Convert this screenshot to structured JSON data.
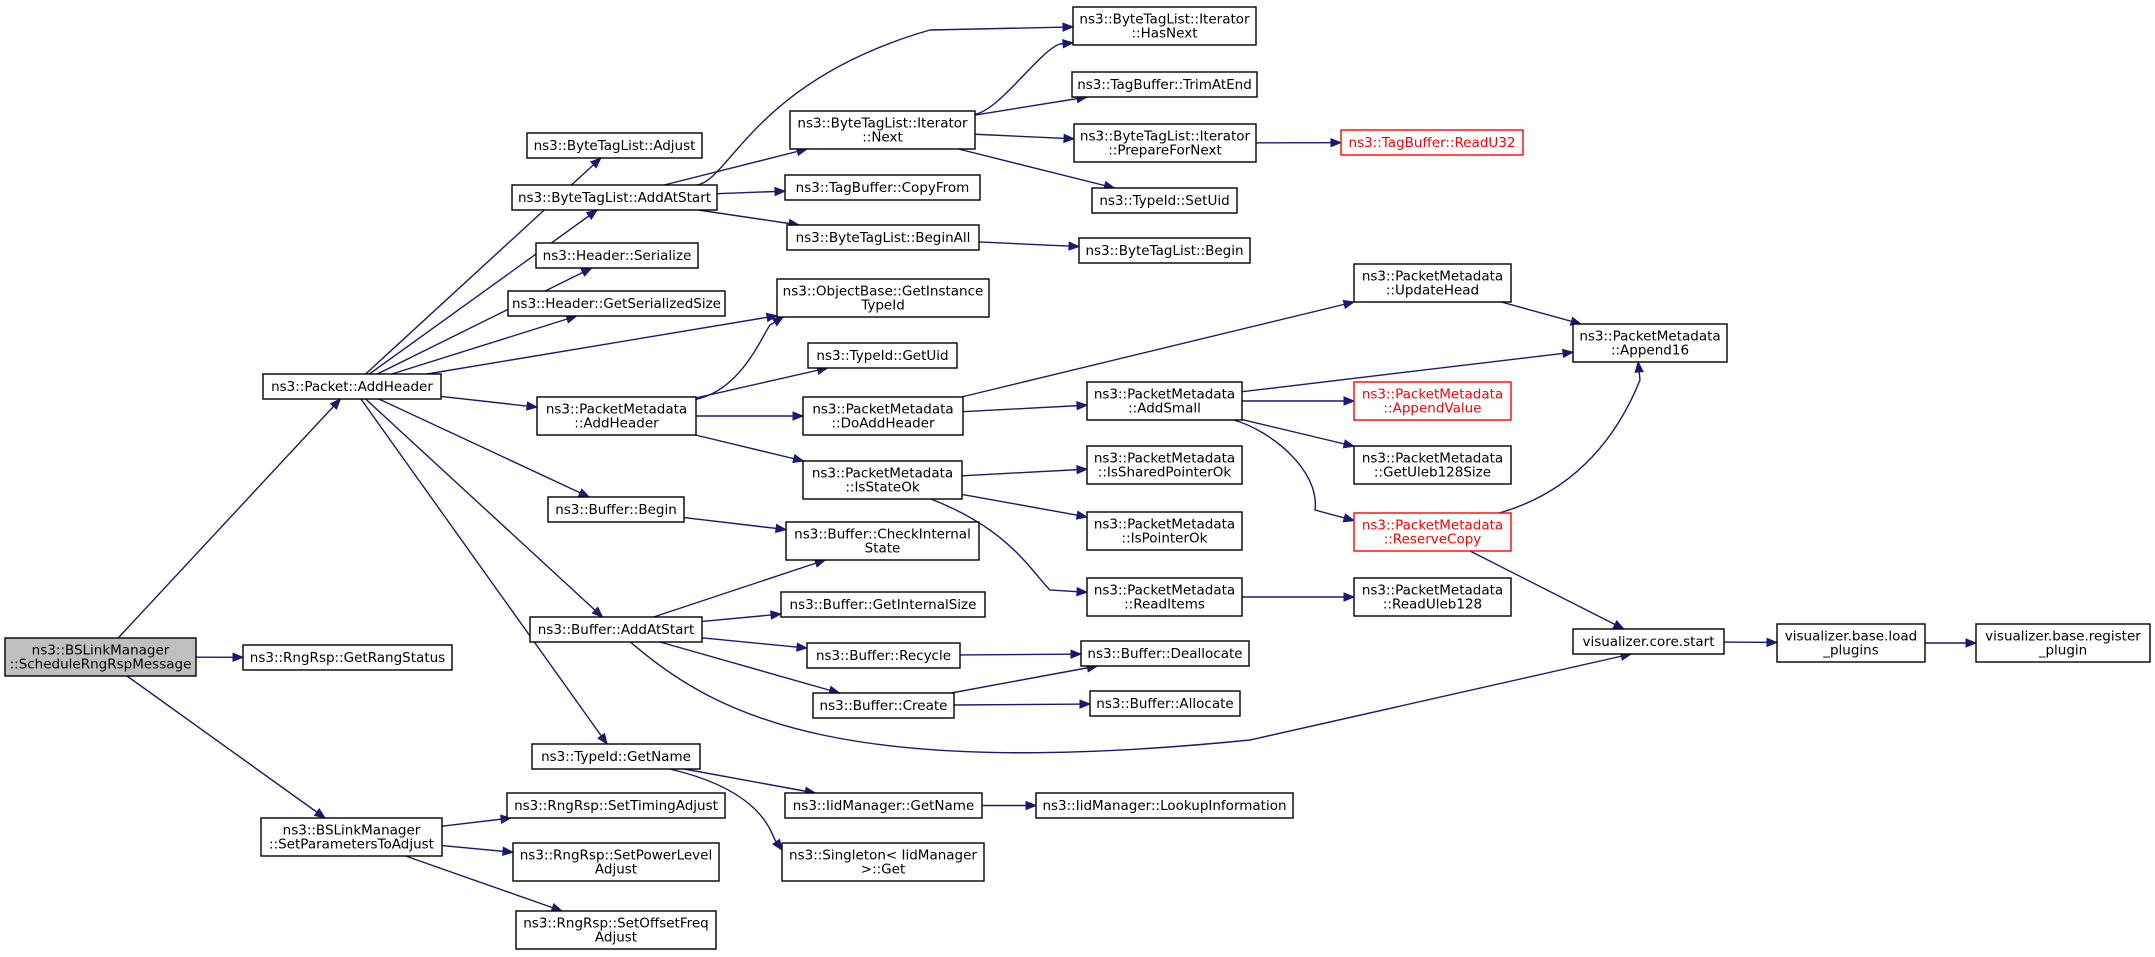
{
  "graph": {
    "nodes": [
      {
        "id": "root",
        "lines": [
          "ns3::BSLinkManager",
          "::ScheduleRngRspMessage"
        ],
        "style": "root"
      },
      {
        "id": "getRangStatus",
        "lines": [
          "ns3::RngRsp::GetRangStatus"
        ]
      },
      {
        "id": "addHeaderPkt",
        "lines": [
          "ns3::Packet::AddHeader"
        ]
      },
      {
        "id": "setParams",
        "lines": [
          "ns3::BSLinkManager",
          "::SetParametersToAdjust"
        ]
      },
      {
        "id": "btlAdjust",
        "lines": [
          "ns3::ByteTagList::Adjust"
        ]
      },
      {
        "id": "btlAddAtStart",
        "lines": [
          "ns3::ByteTagList::AddAtStart"
        ]
      },
      {
        "id": "hdrSerialize",
        "lines": [
          "ns3::Header::Serialize"
        ]
      },
      {
        "id": "hdrGetSize",
        "lines": [
          "ns3::Header::GetSerializedSize"
        ]
      },
      {
        "id": "pmAddHeader",
        "lines": [
          "ns3::PacketMetadata",
          "::AddHeader"
        ]
      },
      {
        "id": "bufBegin",
        "lines": [
          "ns3::Buffer::Begin"
        ]
      },
      {
        "id": "bufAddAtStart",
        "lines": [
          "ns3::Buffer::AddAtStart"
        ]
      },
      {
        "id": "typeIdGetName",
        "lines": [
          "ns3::TypeId::GetName"
        ]
      },
      {
        "id": "setTiming",
        "lines": [
          "ns3::RngRsp::SetTimingAdjust"
        ]
      },
      {
        "id": "setPower",
        "lines": [
          "ns3::RngRsp::SetPowerLevel",
          "Adjust"
        ]
      },
      {
        "id": "setOffset",
        "lines": [
          "ns3::RngRsp::SetOffsetFreq",
          "Adjust"
        ]
      },
      {
        "id": "itNext",
        "lines": [
          "ns3::ByteTagList::Iterator",
          "::Next"
        ]
      },
      {
        "id": "tbCopyFrom",
        "lines": [
          "ns3::TagBuffer::CopyFrom"
        ]
      },
      {
        "id": "btlBeginAll",
        "lines": [
          "ns3::ByteTagList::BeginAll"
        ]
      },
      {
        "id": "obGetInstance",
        "lines": [
          "ns3::ObjectBase::GetInstance",
          "TypeId"
        ]
      },
      {
        "id": "typeIdGetUid",
        "lines": [
          "ns3::TypeId::GetUid"
        ]
      },
      {
        "id": "pmDoAddHeader",
        "lines": [
          "ns3::PacketMetadata",
          "::DoAddHeader"
        ]
      },
      {
        "id": "pmIsStateOk",
        "lines": [
          "ns3::PacketMetadata",
          "::IsStateOk"
        ]
      },
      {
        "id": "bufCheckInternal",
        "lines": [
          "ns3::Buffer::CheckInternal",
          "State"
        ]
      },
      {
        "id": "bufGetInternalSize",
        "lines": [
          "ns3::Buffer::GetInternalSize"
        ]
      },
      {
        "id": "bufRecycle",
        "lines": [
          "ns3::Buffer::Recycle"
        ]
      },
      {
        "id": "bufCreate",
        "lines": [
          "ns3::Buffer::Create"
        ]
      },
      {
        "id": "iidGetName",
        "lines": [
          "ns3::IidManager::GetName"
        ]
      },
      {
        "id": "singletonGet",
        "lines": [
          "ns3::Singleton< IidManager",
          " >::Get"
        ]
      },
      {
        "id": "itHasNext",
        "lines": [
          "ns3::ByteTagList::Iterator",
          "::HasNext"
        ]
      },
      {
        "id": "tbTrimAtEnd",
        "lines": [
          "ns3::TagBuffer::TrimAtEnd"
        ]
      },
      {
        "id": "itPrepare",
        "lines": [
          "ns3::ByteTagList::Iterator",
          "::PrepareForNext"
        ]
      },
      {
        "id": "typeIdSetUid",
        "lines": [
          "ns3::TypeId::SetUid"
        ]
      },
      {
        "id": "btlBegin",
        "lines": [
          "ns3::ByteTagList::Begin"
        ]
      },
      {
        "id": "pmUpdateHead",
        "lines": [
          "ns3::PacketMetadata",
          "::UpdateHead"
        ]
      },
      {
        "id": "pmAddSmall",
        "lines": [
          "ns3::PacketMetadata",
          "::AddSmall"
        ]
      },
      {
        "id": "pmIsShared",
        "lines": [
          "ns3::PacketMetadata",
          "::IsSharedPointerOk"
        ]
      },
      {
        "id": "pmIsPointer",
        "lines": [
          "ns3::PacketMetadata",
          "::IsPointerOk"
        ]
      },
      {
        "id": "pmReadItems",
        "lines": [
          "ns3::PacketMetadata",
          "::ReadItems"
        ]
      },
      {
        "id": "bufDeallocate",
        "lines": [
          "ns3::Buffer::Deallocate"
        ]
      },
      {
        "id": "bufAllocate",
        "lines": [
          "ns3::Buffer::Allocate"
        ]
      },
      {
        "id": "iidLookup",
        "lines": [
          "ns3::IidManager::LookupInformation"
        ]
      },
      {
        "id": "tbReadU32",
        "lines": [
          "ns3::TagBuffer::ReadU32"
        ],
        "style": "missing"
      },
      {
        "id": "pmAppendValue",
        "lines": [
          "ns3::PacketMetadata",
          "::AppendValue"
        ],
        "style": "missing"
      },
      {
        "id": "pmGetUleb",
        "lines": [
          "ns3::PacketMetadata",
          "::GetUleb128Size"
        ]
      },
      {
        "id": "pmReserveCopy",
        "lines": [
          "ns3::PacketMetadata",
          "::ReserveCopy"
        ],
        "style": "missing"
      },
      {
        "id": "pmReadUleb",
        "lines": [
          "ns3::PacketMetadata",
          "::ReadUleb128"
        ]
      },
      {
        "id": "pmAppend16",
        "lines": [
          "ns3::PacketMetadata",
          "::Append16"
        ]
      },
      {
        "id": "vizStart",
        "lines": [
          "visualizer.core.start"
        ]
      },
      {
        "id": "vizLoad",
        "lines": [
          "visualizer.base.load",
          "_plugins"
        ]
      },
      {
        "id": "vizRegister",
        "lines": [
          "visualizer.base.register",
          "_plugin"
        ]
      }
    ],
    "edges": [
      [
        "root",
        "addHeaderPkt"
      ],
      [
        "root",
        "getRangStatus"
      ],
      [
        "root",
        "setParams"
      ],
      [
        "addHeaderPkt",
        "btlAdjust"
      ],
      [
        "addHeaderPkt",
        "btlAddAtStart"
      ],
      [
        "addHeaderPkt",
        "hdrSerialize"
      ],
      [
        "addHeaderPkt",
        "hdrGetSize"
      ],
      [
        "addHeaderPkt",
        "obGetInstance"
      ],
      [
        "addHeaderPkt",
        "pmAddHeader"
      ],
      [
        "addHeaderPkt",
        "bufBegin"
      ],
      [
        "addHeaderPkt",
        "bufAddAtStart"
      ],
      [
        "addHeaderPkt",
        "typeIdGetName"
      ],
      [
        "setParams",
        "setTiming"
      ],
      [
        "setParams",
        "setPower"
      ],
      [
        "setParams",
        "setOffset"
      ],
      [
        "btlAddAtStart",
        "itHasNext"
      ],
      [
        "btlAddAtStart",
        "itNext"
      ],
      [
        "btlAddAtStart",
        "tbCopyFrom"
      ],
      [
        "btlAddAtStart",
        "btlBeginAll"
      ],
      [
        "itNext",
        "itHasNext"
      ],
      [
        "itNext",
        "tbTrimAtEnd"
      ],
      [
        "itNext",
        "itPrepare"
      ],
      [
        "itNext",
        "typeIdSetUid"
      ],
      [
        "itPrepare",
        "tbReadU32"
      ],
      [
        "btlBeginAll",
        "btlBegin"
      ],
      [
        "pmAddHeader",
        "obGetInstance"
      ],
      [
        "pmAddHeader",
        "typeIdGetUid"
      ],
      [
        "pmAddHeader",
        "pmDoAddHeader"
      ],
      [
        "pmAddHeader",
        "pmIsStateOk"
      ],
      [
        "pmDoAddHeader",
        "pmUpdateHead"
      ],
      [
        "pmDoAddHeader",
        "pmAddSmall"
      ],
      [
        "pmUpdateHead",
        "pmAppend16"
      ],
      [
        "pmAddSmall",
        "pmAppend16"
      ],
      [
        "pmAddSmall",
        "pmAppendValue"
      ],
      [
        "pmAddSmall",
        "pmGetUleb"
      ],
      [
        "pmAddSmall",
        "pmReserveCopy"
      ],
      [
        "pmReserveCopy",
        "pmAppend16"
      ],
      [
        "pmReserveCopy",
        "vizStart"
      ],
      [
        "pmIsStateOk",
        "pmIsShared"
      ],
      [
        "pmIsStateOk",
        "pmIsPointer"
      ],
      [
        "pmIsStateOk",
        "pmReadItems"
      ],
      [
        "pmReadItems",
        "pmReadUleb"
      ],
      [
        "bufBegin",
        "bufCheckInternal"
      ],
      [
        "bufAddAtStart",
        "bufCheckInternal"
      ],
      [
        "bufAddAtStart",
        "bufGetInternalSize"
      ],
      [
        "bufAddAtStart",
        "bufRecycle"
      ],
      [
        "bufAddAtStart",
        "bufCreate"
      ],
      [
        "bufAddAtStart",
        "vizStart"
      ],
      [
        "bufRecycle",
        "bufDeallocate"
      ],
      [
        "bufCreate",
        "bufDeallocate"
      ],
      [
        "bufCreate",
        "bufAllocate"
      ],
      [
        "typeIdGetName",
        "iidGetName"
      ],
      [
        "typeIdGetName",
        "singletonGet"
      ],
      [
        "iidGetName",
        "iidLookup"
      ],
      [
        "vizStart",
        "vizLoad"
      ],
      [
        "vizLoad",
        "vizRegister"
      ]
    ]
  },
  "colors": {
    "edge": "#191970",
    "node_border": "#000000",
    "node_fill": "#ffffff",
    "root_fill": "#bfbfbf",
    "missing_border": "#ff0000"
  }
}
